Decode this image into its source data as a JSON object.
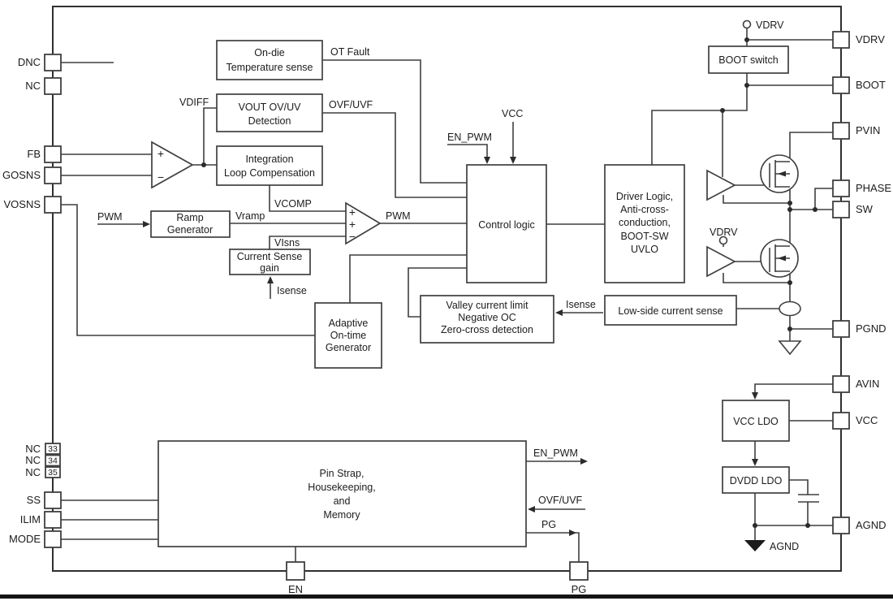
{
  "colors": {
    "ink": "#3f3f3f",
    "text": "#1c1c1c",
    "background": "#ffffff",
    "bottom_bar": "#151515"
  },
  "pins": {
    "left": [
      {
        "label": "DNC"
      },
      {
        "label": "NC"
      },
      {
        "label": "FB"
      },
      {
        "label": "GOSNS"
      },
      {
        "label": "VOSNS"
      },
      {
        "label": "NC",
        "num": "33"
      },
      {
        "label": "NC",
        "num": "34"
      },
      {
        "label": "NC",
        "num": "35"
      },
      {
        "label": "SS"
      },
      {
        "label": "ILIM"
      },
      {
        "label": "MODE"
      }
    ],
    "right": [
      {
        "label": "VDRV"
      },
      {
        "label": "BOOT"
      },
      {
        "label": "PVIN"
      },
      {
        "label": "PHASE"
      },
      {
        "label": "SW"
      },
      {
        "label": "PGND"
      },
      {
        "label": "AVIN"
      },
      {
        "label": "VCC"
      },
      {
        "label": "AGND"
      }
    ],
    "bottom": [
      {
        "label": "EN"
      },
      {
        "label": "PG"
      }
    ]
  },
  "blocks": {
    "temp_sense": {
      "line1": "On-die",
      "line2": "Temperature sense"
    },
    "vout_det": {
      "line1": "VOUT OV/UV",
      "line2": "Detection"
    },
    "integration": {
      "line1": "Integration",
      "line2": "Loop Compensation"
    },
    "ramp": {
      "line1": "Ramp",
      "line2": "Generator"
    },
    "cs_gain": {
      "line1": "Current Sense",
      "line2": "gain"
    },
    "control": {
      "line1": "Control logic"
    },
    "driver": {
      "line1": "Driver Logic,",
      "line2": "Anti-cross-",
      "line3": "conduction,",
      "line4": "BOOT-SW",
      "line5": "UVLO"
    },
    "boot_switch": {
      "line1": "BOOT switch"
    },
    "valley": {
      "line1": "Valley current limit",
      "line2": "Negative OC",
      "line3": "Zero-cross detection"
    },
    "ls_sense": {
      "line1": "Low-side current sense"
    },
    "aot": {
      "line1": "Adaptive",
      "line2": "On-time",
      "line3": "Generator"
    },
    "pin_strap": {
      "line1": "Pin Strap,",
      "line2": "Housekeeping,",
      "line3": "and",
      "line4": "Memory"
    },
    "vcc_ldo": {
      "line1": "VCC LDO"
    },
    "dvdd_ldo": {
      "line1": "DVDD LDO"
    }
  },
  "signals": {
    "ot_fault": "OT Fault",
    "vdiff": "VDIFF",
    "ovf_uvf_top": "OVF/UVF",
    "vcomp": "VCOMP",
    "vramp": "Vramp",
    "visns": "VIsns",
    "isense_cs": "Isense",
    "pwm_in": "PWM",
    "pwm_out": "PWM",
    "en_pwm_top": "EN_PWM",
    "vcc_top": "VCC",
    "vdrv_top": "VDRV",
    "vdrv_ls": "VDRV",
    "isense_valley": "Isense",
    "en_pwm_out": "EN_PWM",
    "ovf_uvf_in": "OVF/UVF",
    "pg_out": "PG",
    "agnd": "AGND"
  },
  "symbols": {
    "opamp_plus": "+",
    "opamp_minus": "−",
    "cmp_in1": "+",
    "cmp_in2": "+",
    "cmp_in3": "−"
  }
}
